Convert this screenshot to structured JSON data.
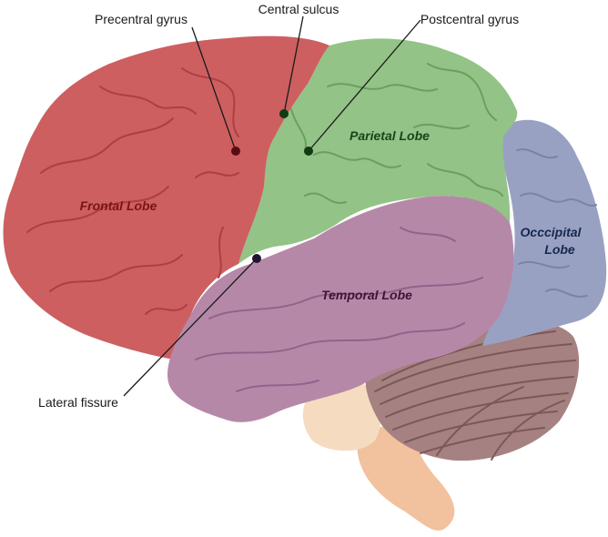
{
  "callouts": {
    "precentral_gyrus": "Precentral gyrus",
    "central_sulcus": "Central sulcus",
    "postcentral_gyrus": "Postcentral gyrus",
    "lateral_fissure": "Lateral fissure"
  },
  "lobes": {
    "frontal": {
      "label": "Frontal Lobe",
      "color": "#cd5f61",
      "text_color": "#7a1414"
    },
    "parietal": {
      "label": "Parietal Lobe",
      "color": "#93c386",
      "text_color": "#17461b"
    },
    "occipital": {
      "line1": "Occcipital",
      "line2": "Lobe",
      "color": "#99a1c3",
      "text_color": "#16284d"
    },
    "temporal": {
      "label": "Temporal Lobe",
      "color": "#b688a8",
      "text_color": "#3d1434"
    }
  },
  "structures": {
    "cerebellum_color": "#a68181",
    "pons_color": "#f5dcc0",
    "brainstem_color": "#f2c19e"
  },
  "marker_colors": {
    "frontal_dot": "#5a0c10",
    "parietal_dot": "#0f3a14",
    "fissure_dot": "#231432"
  }
}
